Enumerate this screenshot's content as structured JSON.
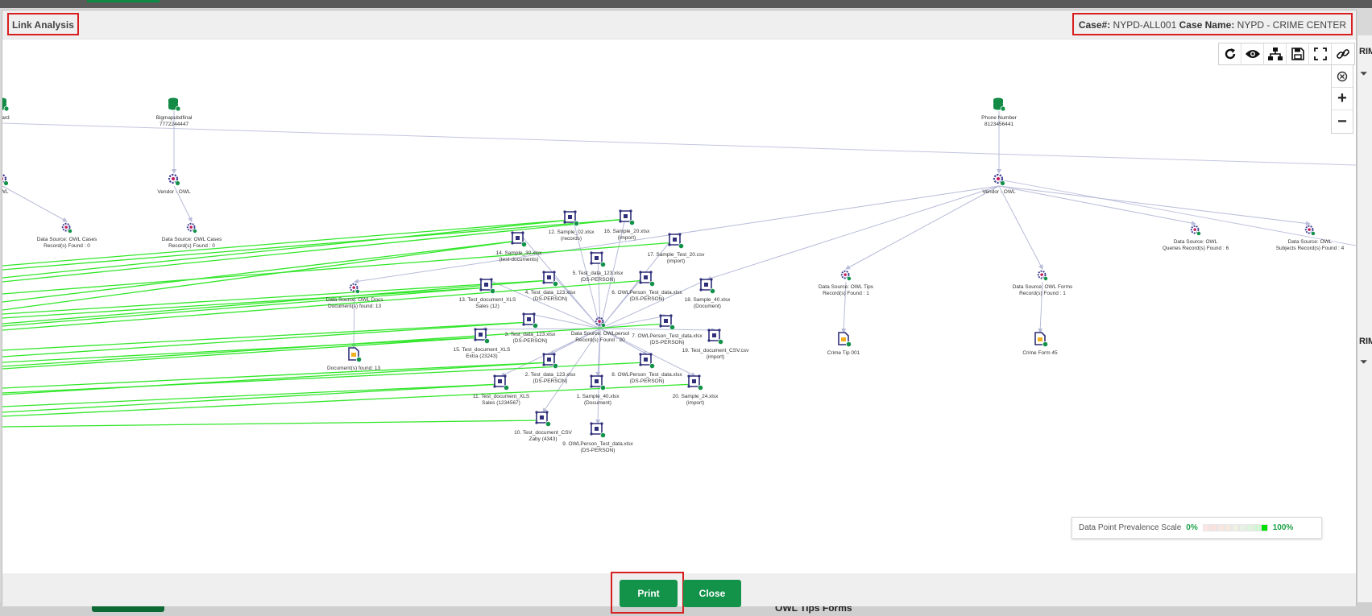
{
  "modal": {
    "title": "Link Analysis",
    "case_number_label": "Case#:",
    "case_number": "NYPD-ALL001",
    "case_name_label": "Case Name:",
    "case_name": "NYPD - CRIME CENTER"
  },
  "toolbar": {
    "icons": [
      "refresh-icon",
      "eye-icon",
      "hierarchy-icon",
      "save-icon",
      "fullscreen-icon",
      "link-icon"
    ],
    "side_icons": [
      "target-icon",
      "zoom-in-icon",
      "zoom-out-icon"
    ],
    "zoom_in": "+",
    "zoom_out": "−"
  },
  "legend": {
    "label": "Data Point Prevalence Scale",
    "min": "0%",
    "max": "100%",
    "level": 0.9
  },
  "footer": {
    "print_label": "Print",
    "close_label": "Close"
  },
  "background": {
    "right_label_1": "RIM",
    "right_label_2": "RIM",
    "bottom_label": "OWL Tips Forms"
  },
  "graph": {
    "nodes": [
      {
        "id": "n1",
        "line1": "Board",
        "line2": ""
      },
      {
        "id": "n2",
        "line1": "Bigmapubdfinal",
        "line2": "7772244447"
      },
      {
        "id": "n3",
        "line1": "Phone Number",
        "line2": "8123456441"
      },
      {
        "id": "n4",
        "line1": "OWL",
        "line2": ""
      },
      {
        "id": "n5",
        "line1": "Vendor - OWL",
        "line2": ""
      },
      {
        "id": "n6",
        "line1": "Vendor - OWL",
        "line2": ""
      },
      {
        "id": "n7",
        "line1": "Data Source: OWL Cases",
        "line2": "Record(s) Found : 0"
      },
      {
        "id": "n8",
        "line1": "Data Source: OWL Cases",
        "line2": "Record(s) Found : 0"
      },
      {
        "id": "n9",
        "line1": "12. Sample_02.xlsx",
        "line2": "(records)"
      },
      {
        "id": "n10",
        "line1": "16. Sample_20.xlsx",
        "line2": "(import)"
      },
      {
        "id": "n11",
        "line1": "14. Sample_30.xlsx",
        "line2": "(test-documents)"
      },
      {
        "id": "n12",
        "line1": "17. Sample_Test_20.csv",
        "line2": "(import)"
      },
      {
        "id": "n13",
        "line1": "Data Source: OWL",
        "line2": "Queries Record(s) Found : 6"
      },
      {
        "id": "n14",
        "line1": "Data Source: OWL",
        "line2": "Subjects Record(s) Found : 4"
      },
      {
        "id": "n15",
        "line1": "5. Test_data_123.xlsx",
        "line2": "(DS-PERSON)"
      },
      {
        "id": "n16",
        "line1": "Data Source: OWL Tips",
        "line2": "Record(s) Found : 1"
      },
      {
        "id": "n17",
        "line1": "Data Source: OWL Forms",
        "line2": "Record(s) Found : 1"
      },
      {
        "id": "n18",
        "line1": "Data Source: OWL Docs",
        "line2": "Document(s) found: 13"
      },
      {
        "id": "n19",
        "line1": "13. Test_document_XLS",
        "line2": "Sales (12)"
      },
      {
        "id": "n20",
        "line1": "4. Test_data_123.xlsx",
        "line2": "(DS-PERSON)"
      },
      {
        "id": "n21",
        "line1": "6. OWLPerson_Test_data.xlsx",
        "line2": "(DS-PERSON)"
      },
      {
        "id": "n22",
        "line1": "18. Sample_40.xlsx",
        "line2": "(Document)"
      },
      {
        "id": "n23",
        "line1": "Data Source: OWLpersol",
        "line2": "Record(s) Found : 20"
      },
      {
        "id": "n24",
        "line1": "3. Test_data_123.xlsx",
        "line2": "(DS-PERSON)"
      },
      {
        "id": "n25",
        "line1": "7. OWLPerson_Test_data.xlsx",
        "line2": "(DS-PERSON)"
      },
      {
        "id": "n26",
        "line1": "19. Test_document_CSV.csv",
        "line2": "(import)"
      },
      {
        "id": "n27",
        "line1": "15. Test_document_XLS",
        "line2": "Extra (23243)"
      },
      {
        "id": "n28",
        "line1": "Document(s) found: 13",
        "line2": ""
      },
      {
        "id": "n29",
        "line1": "Crime Tip 001",
        "line2": ""
      },
      {
        "id": "n30",
        "line1": "Crime Form 45",
        "line2": ""
      },
      {
        "id": "n31",
        "line1": "2. Test_data_123.xlsx",
        "line2": "(DS-PERSON)"
      },
      {
        "id": "n32",
        "line1": "8. OWLPerson_Test_data.xlsx",
        "line2": "(DS-PERSON)"
      },
      {
        "id": "n33",
        "line1": "11. Test_document_XLS",
        "line2": "Sales (1234567)"
      },
      {
        "id": "n34",
        "line1": "1. Sample_40.xlsx",
        "line2": "(Document)"
      },
      {
        "id": "n35",
        "line1": "20. Sample_24.xlsx",
        "line2": "(import)"
      },
      {
        "id": "n36",
        "line1": "10. Test_document_CSV",
        "line2": "Zaby (4343)"
      },
      {
        "id": "n37",
        "line1": "9. OWLPerson_Test_data.xlsx",
        "line2": "(DS-PERSON)"
      }
    ]
  }
}
